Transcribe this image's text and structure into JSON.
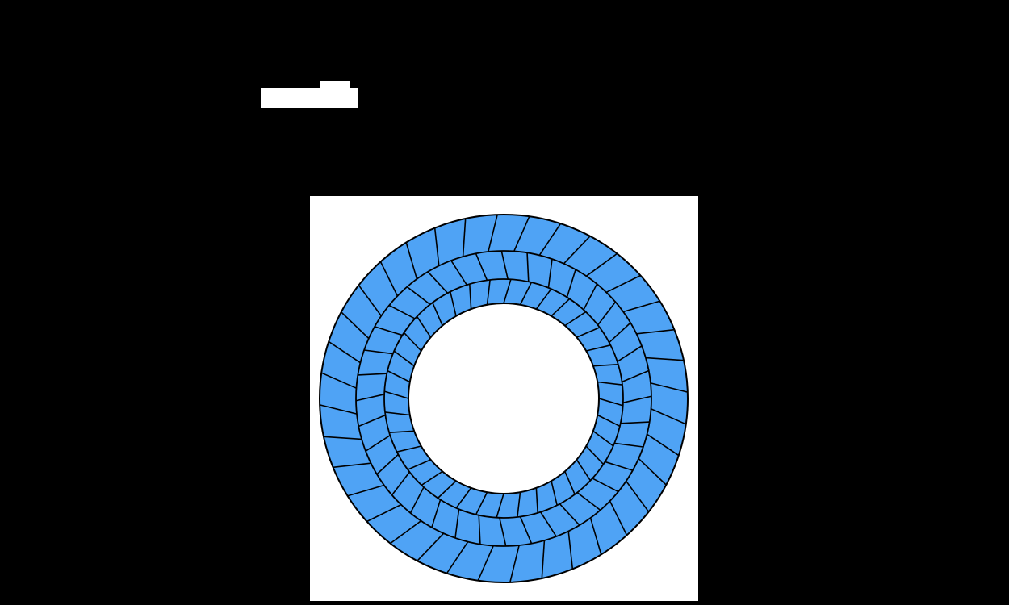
{
  "figure": {
    "description_free": true,
    "shape": "segmented-ring",
    "ring_count": 3,
    "segments_per_ring": [
      36,
      36,
      36
    ],
    "fill_color": "#4fa3f5",
    "stroke_color": "#000000",
    "panel_color": "#ffffff",
    "background_color": "#000000"
  },
  "labels": {
    "top_label": "",
    "top_tab": ""
  }
}
